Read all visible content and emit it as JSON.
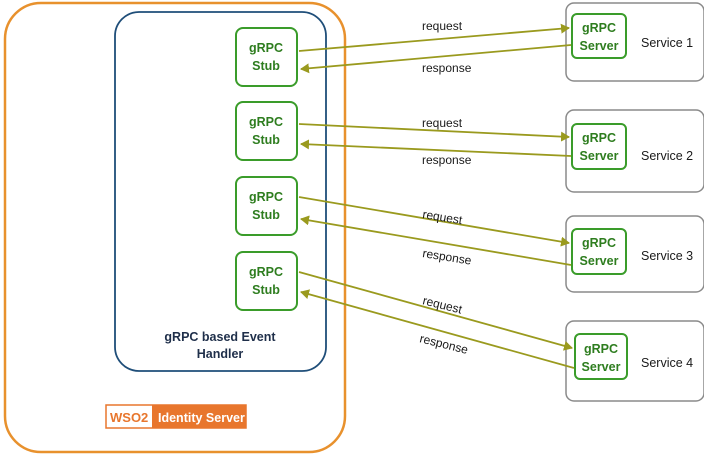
{
  "handler": {
    "line1": "gRPC based Event",
    "line2": "Handler"
  },
  "stub": {
    "line1": "gRPC",
    "line2": "Stub"
  },
  "server": {
    "line1": "gRPC",
    "line2": "Server"
  },
  "services": [
    {
      "name": "Service 1"
    },
    {
      "name": "Service 2"
    },
    {
      "name": "Service 3"
    },
    {
      "name": "Service 4"
    }
  ],
  "labels": {
    "request": "request",
    "response": "response"
  },
  "logo": {
    "brand": "WSO2",
    "product": "Identity Server"
  },
  "colors": {
    "outer_border": "#e8912d",
    "handler_border": "#1f4e79",
    "grpc_border": "#3a9c2a",
    "service_border": "#8a8a8a",
    "arrow": "#9a9a1e",
    "logo_orange": "#e8762d"
  }
}
